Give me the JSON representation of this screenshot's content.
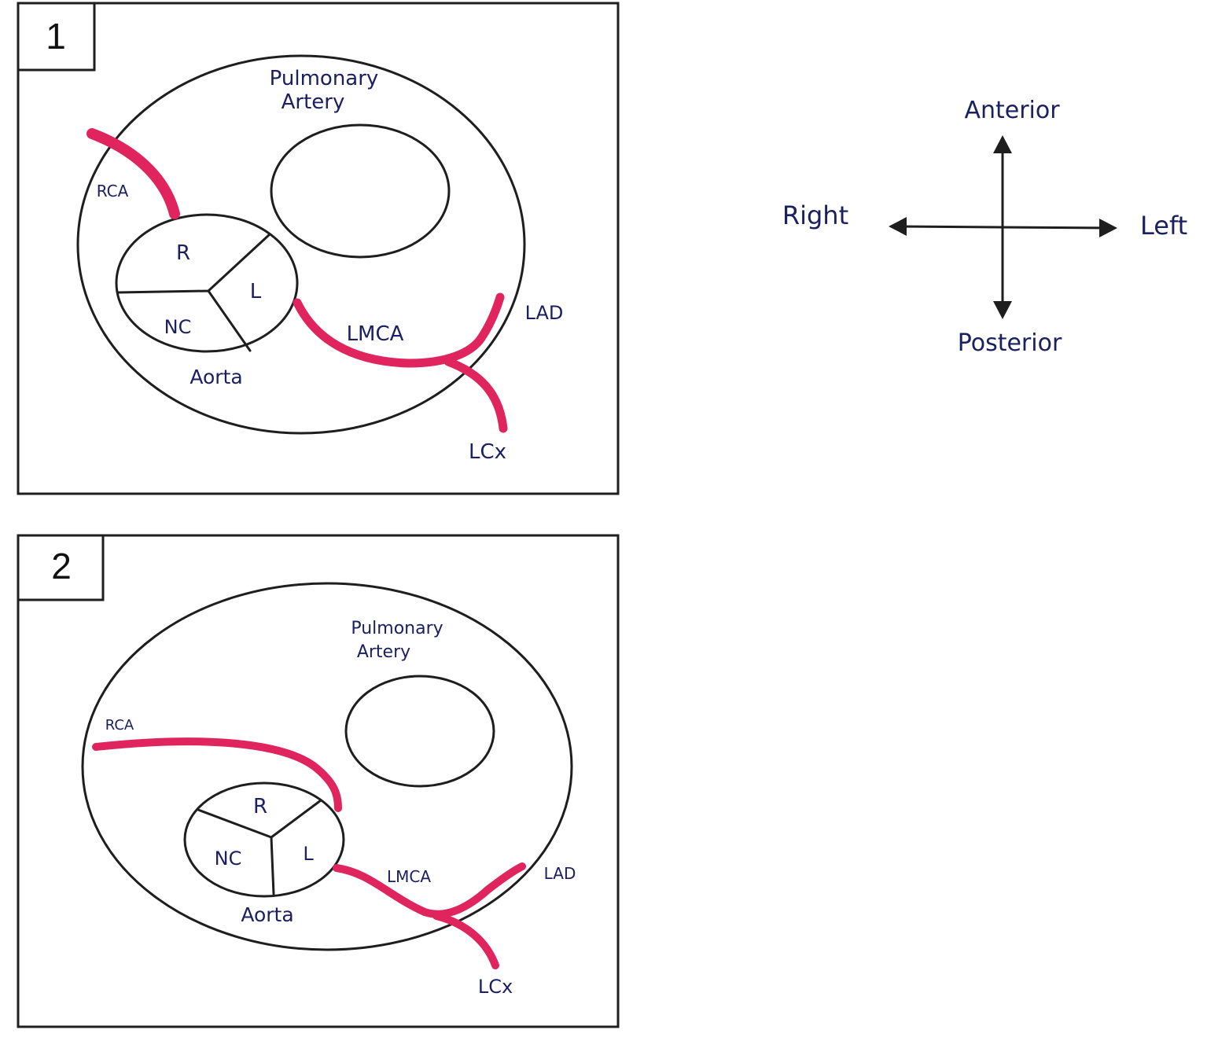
{
  "panel1": {
    "number": "1",
    "pulmonary_label_line1": "Pulmonary",
    "pulmonary_label_line2": "Artery",
    "aorta_label": "Aorta",
    "cusp_right": "R",
    "cusp_left": "L",
    "cusp_noncoronary": "NC",
    "rca_label": "RCA",
    "lmca_label": "LMCA",
    "lad_label": "LAD",
    "lcx_label": "LCx"
  },
  "panel2": {
    "number": "2",
    "pulmonary_label_line1": "Pulmonary",
    "pulmonary_label_line2": "Artery",
    "aorta_label": "Aorta",
    "cusp_right": "R",
    "cusp_left": "L",
    "cusp_noncoronary": "NC",
    "rca_label": "RCA",
    "lmca_label": "LMCA",
    "lad_label": "LAD",
    "lcx_label": "LCx"
  },
  "compass": {
    "anterior": "Anterior",
    "posterior": "Posterior",
    "right": "Right",
    "left": "Left"
  },
  "colors": {
    "vessel": "#e0245e",
    "ink": "#1e1e1e",
    "label": "#1a2060"
  }
}
